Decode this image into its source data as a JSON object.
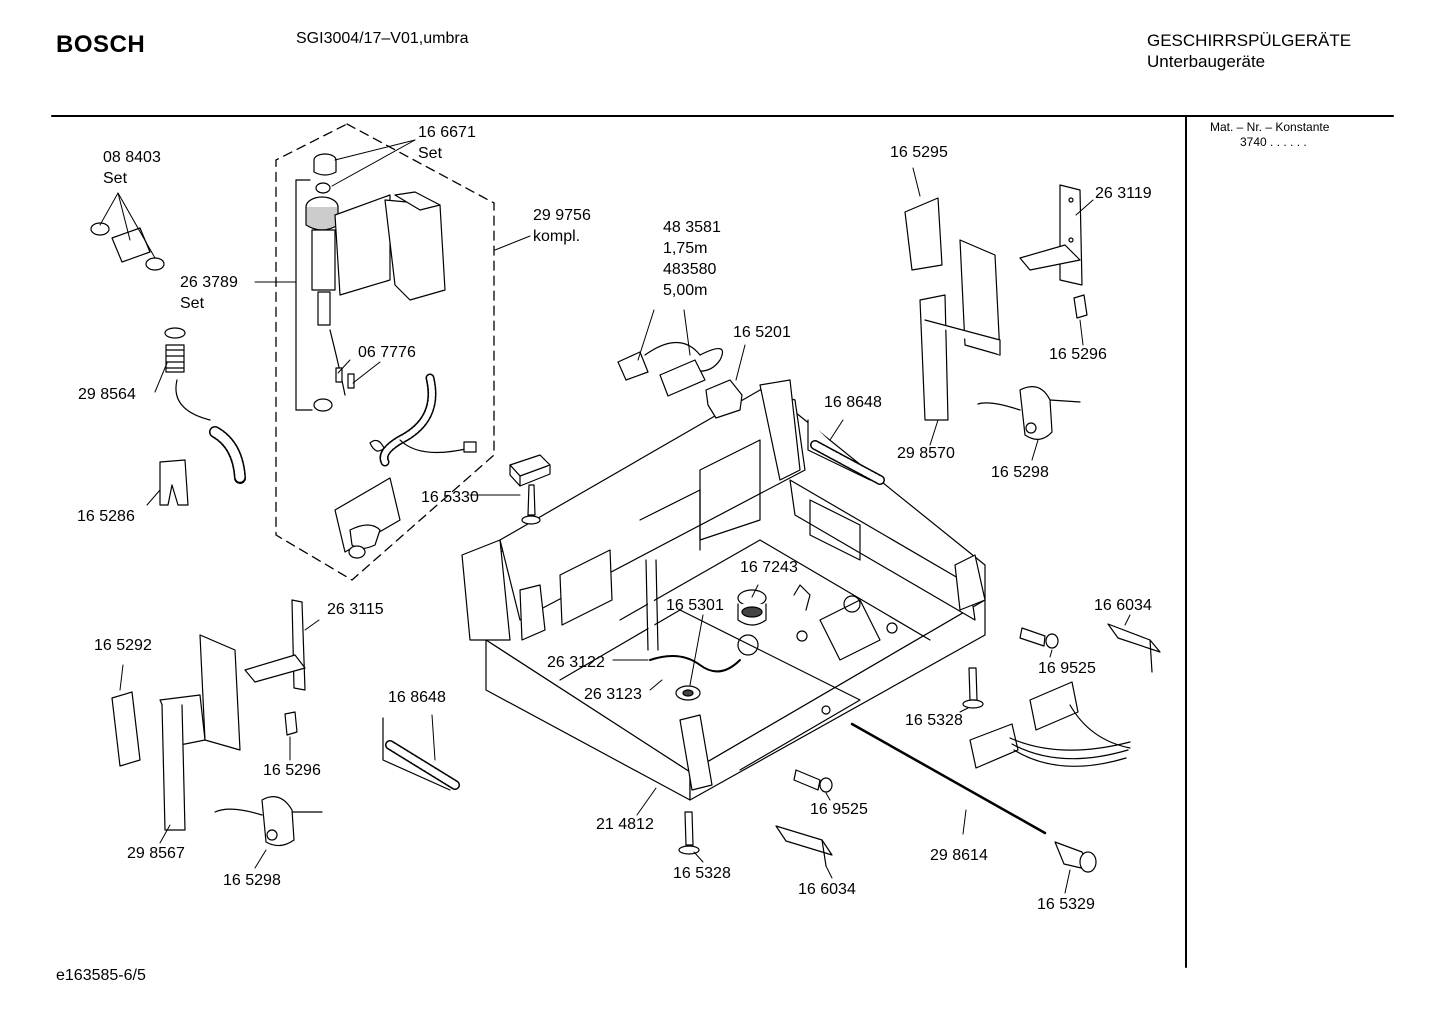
{
  "header": {
    "brand": "BOSCH",
    "model": "SGI3004/17–V01,umbra",
    "category_line1": "GESCHIRRSPÜLGERÄTE",
    "category_line2": "Unterbaugeräte"
  },
  "side_panel": {
    "mat_label": "Mat. – Nr. – Konstante",
    "mat_value": "3740 .  .  .  .  .  ."
  },
  "footer": {
    "doc_id": "e163585-6/5"
  },
  "labels": [
    {
      "id": "p088403",
      "lines": [
        "08 8403",
        "Set"
      ]
    },
    {
      "id": "p166671",
      "lines": [
        "16 6671",
        "Set"
      ]
    },
    {
      "id": "p299756",
      "lines": [
        "29 9756",
        "kompl."
      ]
    },
    {
      "id": "p263789",
      "lines": [
        "26 3789",
        "Set"
      ]
    },
    {
      "id": "p298564",
      "lines": [
        "29 8564"
      ]
    },
    {
      "id": "p067776",
      "lines": [
        "06 7776"
      ]
    },
    {
      "id": "p165286",
      "lines": [
        "16 5286"
      ]
    },
    {
      "id": "p165330",
      "lines": [
        "16 5330"
      ]
    },
    {
      "id": "p483581",
      "lines": [
        "48 3581",
        "1,75m",
        "483580",
        "5,00m"
      ]
    },
    {
      "id": "p165201",
      "lines": [
        "16 5201"
      ]
    },
    {
      "id": "p165295",
      "lines": [
        "16 5295"
      ]
    },
    {
      "id": "p263119",
      "lines": [
        "26 3119"
      ]
    },
    {
      "id": "p165296a",
      "lines": [
        "16 5296"
      ]
    },
    {
      "id": "p168648a",
      "lines": [
        "16 8648"
      ]
    },
    {
      "id": "p298570",
      "lines": [
        "29 8570"
      ]
    },
    {
      "id": "p165298a",
      "lines": [
        "16 5298"
      ]
    },
    {
      "id": "p167243",
      "lines": [
        "16 7243"
      ]
    },
    {
      "id": "p165301",
      "lines": [
        "16 5301"
      ]
    },
    {
      "id": "p263122",
      "lines": [
        "26 3122"
      ]
    },
    {
      "id": "p263123",
      "lines": [
        "26 3123"
      ]
    },
    {
      "id": "p263115",
      "lines": [
        "26 3115"
      ]
    },
    {
      "id": "p165292",
      "lines": [
        "16 5292"
      ]
    },
    {
      "id": "p168648b",
      "lines": [
        "16 8648"
      ]
    },
    {
      "id": "p165296b",
      "lines": [
        "16 5296"
      ]
    },
    {
      "id": "p298567",
      "lines": [
        "29 8567"
      ]
    },
    {
      "id": "p165298b",
      "lines": [
        "16 5298"
      ]
    },
    {
      "id": "p214812",
      "lines": [
        "21 4812"
      ]
    },
    {
      "id": "p165328a",
      "lines": [
        "16 5328"
      ]
    },
    {
      "id": "p166034a",
      "lines": [
        "16 6034"
      ]
    },
    {
      "id": "p169525a",
      "lines": [
        "16 9525"
      ]
    },
    {
      "id": "p165328b",
      "lines": [
        "16 5328"
      ]
    },
    {
      "id": "p166034b",
      "lines": [
        "16 6034"
      ]
    },
    {
      "id": "p169525b",
      "lines": [
        "16 9525"
      ]
    },
    {
      "id": "p298614",
      "lines": [
        "29 8614"
      ]
    },
    {
      "id": "p165329",
      "lines": [
        "16 5329"
      ]
    }
  ]
}
